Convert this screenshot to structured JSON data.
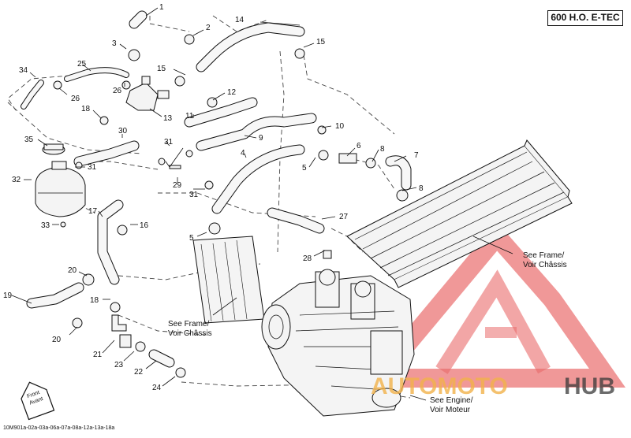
{
  "model_badge": "600 H.O. E-TEC",
  "diagram_code": "10M901a-02a-03a-06a-07a-08a-12a-13a-18a",
  "part_numbers": [
    "1",
    "2",
    "3",
    "4",
    "5",
    "6",
    "7",
    "8",
    "9",
    "10",
    "11",
    "12",
    "13",
    "14",
    "15",
    "16",
    "17",
    "18",
    "19",
    "20",
    "21",
    "22",
    "23",
    "24",
    "25",
    "26",
    "27",
    "28",
    "29",
    "30",
    "31",
    "32",
    "33",
    "34",
    "35"
  ],
  "notes": {
    "frame_right": [
      "See Frame/",
      "Voir Châssis"
    ],
    "frame_left": [
      "See Frame/",
      "Voir Châssis"
    ],
    "engine": [
      "See Engine/",
      "Voir Moteur"
    ],
    "front": [
      "Front",
      "Avant"
    ]
  },
  "watermark": {
    "part1": "AUTOMOTO",
    "part2": "HUB",
    "color_primary": "#e23a3a",
    "color_secondary": "#f2b24b",
    "color_dark": "#3a3a3a"
  }
}
